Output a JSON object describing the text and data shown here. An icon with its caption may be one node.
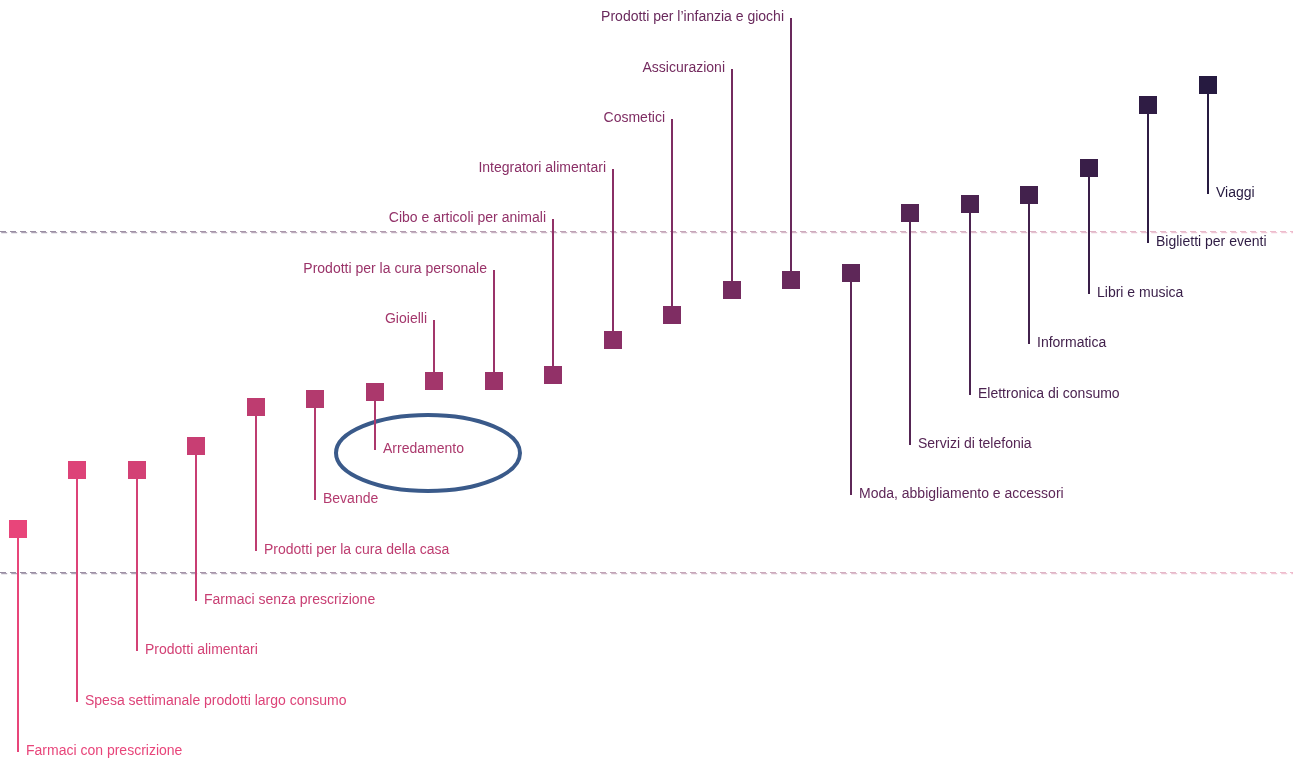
{
  "diagram": {
    "nodes": [
      {
        "text": [
          "Farmaci con prescrizione"
        ]
      },
      {
        "text": [
          "Spesa settimanale prodotti largo consumo"
        ]
      },
      {
        "text": [
          "Prodotti alimentari"
        ]
      },
      {
        "text": [
          "Farmaci senza prescrizione"
        ]
      },
      {
        "text": [
          "Prodotti per la cura della casa"
        ]
      },
      {
        "text": [
          "Bevande"
        ]
      },
      {
        "text": [
          "Arredamento"
        ]
      },
      {
        "text": [
          "Gioielli"
        ]
      },
      {
        "text": [
          "Prodotti per la cura personale"
        ]
      },
      {
        "text": [
          "Cibo e articoli per animali"
        ]
      },
      {
        "text": [
          "Integratori alimentari"
        ]
      },
      {
        "text": [
          "Cosmetici"
        ]
      },
      {
        "text": [
          "Assicurazioni"
        ]
      },
      {
        "text": [
          "Prodotti per l’infanzia e giochi"
        ]
      },
      {
        "text": [
          "Moda, abbigliamento e accessori"
        ]
      },
      {
        "text": [
          "Servizi di telefonia"
        ]
      },
      {
        "text": [
          "Elettronica di consumo"
        ]
      },
      {
        "text": [
          "Informatica"
        ]
      },
      {
        "text": [
          "Libri e musica"
        ]
      },
      {
        "text": [
          "Biglietti per eventi"
        ]
      },
      {
        "text": [
          "Viaggi"
        ]
      },
      {
        "text": [],
        "shape": "box"
      },
      {
        "text": [],
        "shape": "box"
      },
      {
        "text": [],
        "shape": "box"
      },
      {
        "text": [],
        "shape": "box"
      },
      {
        "text": [],
        "shape": "box"
      },
      {
        "text": [],
        "shape": "box"
      },
      {
        "text": [],
        "shape": "box"
      },
      {
        "text": [],
        "shape": "box"
      },
      {
        "text": [],
        "shape": "box"
      },
      {
        "text": [],
        "shape": "box"
      },
      {
        "text": [],
        "shape": "box"
      },
      {
        "text": [],
        "shape": "box"
      },
      {
        "text": [],
        "shape": "box"
      },
      {
        "text": [],
        "shape": "box"
      },
      {
        "text": [],
        "shape": "box"
      },
      {
        "text": [],
        "shape": "box"
      },
      {
        "text": [],
        "shape": "box"
      },
      {
        "text": [],
        "shape": "box"
      },
      {
        "text": [],
        "shape": "box"
      },
      {
        "text": [],
        "shape": "box"
      },
      {
        "text": [],
        "shape": "box"
      }
    ],
    "edges": [
      {
        "from": 21,
        "to": 0,
        "arrow": "none",
        "color": "#e8457a"
      },
      {
        "from": 22,
        "to": 1,
        "arrow": "none",
        "color": "#dd4378"
      },
      {
        "from": 23,
        "to": 2,
        "arrow": "none",
        "color": "#d34175"
      },
      {
        "from": 24,
        "to": 3,
        "arrow": "none",
        "color": "#c83e73"
      },
      {
        "from": 25,
        "to": 4,
        "arrow": "none",
        "color": "#be3c70"
      },
      {
        "from": 26,
        "to": 5,
        "arrow": "none",
        "color": "#b33a6e"
      },
      {
        "from": 27,
        "to": 6,
        "arrow": "none",
        "color": "#ab386c"
      },
      {
        "from": 28,
        "to": 7,
        "arrow": "none",
        "color": "#a3366b"
      },
      {
        "from": 29,
        "to": 8,
        "arrow": "none",
        "color": "#9a3369"
      },
      {
        "from": 30,
        "to": 9,
        "arrow": "none",
        "color": "#923167"
      },
      {
        "from": 31,
        "to": 10,
        "arrow": "none",
        "color": "#8a2f66"
      },
      {
        "from": 32,
        "to": 11,
        "arrow": "none",
        "color": "#7f2d63"
      },
      {
        "from": 33,
        "to": 12,
        "arrow": "none",
        "color": "#742b5f"
      },
      {
        "from": 34,
        "to": 13,
        "arrow": "none",
        "color": "#69295c"
      },
      {
        "from": 35,
        "to": 14,
        "arrow": "none",
        "color": "#5e2758"
      },
      {
        "from": 36,
        "to": 15,
        "arrow": "none",
        "color": "#552554"
      },
      {
        "from": 37,
        "to": 16,
        "arrow": "none",
        "color": "#4b2350"
      },
      {
        "from": 38,
        "to": 17,
        "arrow": "none",
        "color": "#42214c"
      },
      {
        "from": 39,
        "to": 18,
        "arrow": "none",
        "color": "#391e48"
      },
      {
        "from": 40,
        "to": 19,
        "arrow": "none",
        "color": "#2f1c44"
      },
      {
        "from": 41,
        "to": 20,
        "arrow": "none",
        "color": "#261a40"
      }
    ]
  }
}
